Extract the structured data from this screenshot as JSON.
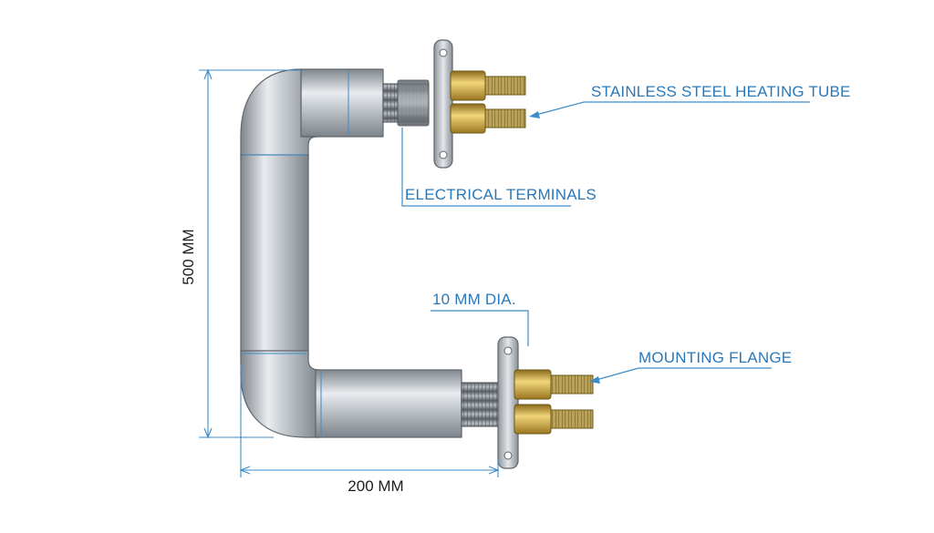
{
  "labels": {
    "heating_tube": "STAINLESS STEEL HEATING TUBE",
    "terminals": "ELECTRICAL TERMINALS",
    "diameter": "10 MM DIA.",
    "flange": "MOUNTING FLANGE"
  },
  "dimensions": {
    "height": "500 MM",
    "width": "200 MM"
  },
  "colors": {
    "callout_text": "#2a78b9",
    "dimension_line": "#3d8cc8",
    "dimension_text": "#1e1e1e",
    "tube_highlight": "#eef0f2",
    "tube_shadow": "#8a9096",
    "brass": "#c9a43a"
  }
}
